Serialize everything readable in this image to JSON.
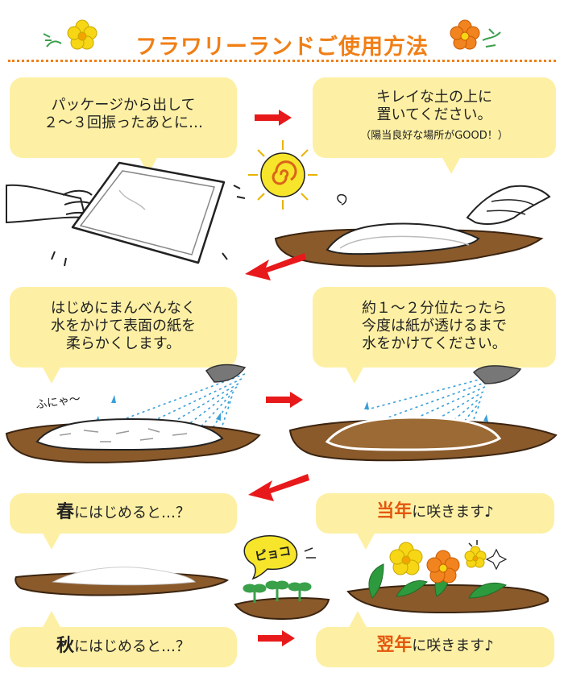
{
  "title": "フラワリーランドご使用方法",
  "steps": {
    "s1": {
      "line1": "パッケージから出して",
      "line2": "２～３回振ったあとに…"
    },
    "s2": {
      "line1": "キレイな土の上に",
      "line2": "置いてください。",
      "note": "（陽当良好な場所がGOOD！）"
    },
    "s3": {
      "line1": "はじめにまんべんなく",
      "line2": "水をかけて表面の紙を",
      "line3": "柔らかくします。"
    },
    "s4": {
      "line1": "約１～２分位たったら",
      "line2": "今度は紙が透けるまで",
      "line3": "水をかけてください。"
    }
  },
  "sound_text": "ふにゃ～",
  "sprout_text": "ピョコ",
  "spring": {
    "season": "春",
    "rest": "にはじめると…？"
  },
  "autumn": {
    "season": "秋",
    "rest": "にはじめると…？"
  },
  "this_year": {
    "prefix": "当年",
    "rest": "に咲きます♪"
  },
  "next_year": {
    "prefix": "翌年",
    "rest": "に咲きます♪"
  },
  "colors": {
    "accent": "#f07f16",
    "bubble": "#fdf0a4",
    "arrow": "#e8191b",
    "soil": "#8a5a2b",
    "water": "#3aa0d8"
  }
}
